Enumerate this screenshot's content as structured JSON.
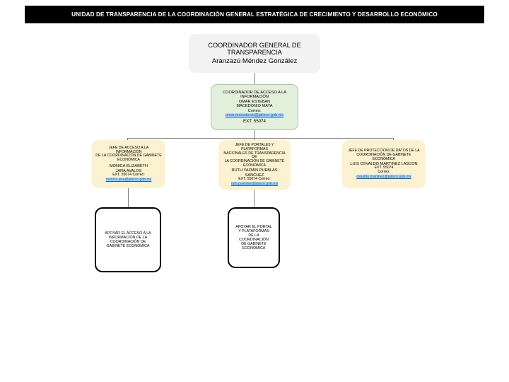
{
  "header": {
    "banner_text": "UNIDAD DE TRANSPARENCIA DE LA COORDINACIÓN GENERAL ESTRATÉGICA DE CRECIMIENTO Y DESARROLLO ECONÓMICO",
    "background_color": "#000000",
    "text_color": "#ffffff"
  },
  "colors": {
    "root_box": "#f2f2f2",
    "green_box": "#e2efda",
    "cream_box": "#fdf2cf",
    "white_box": "#ffffff",
    "link": "#0563c1",
    "link_highlight": "#bdd7ee",
    "connector": "#808080"
  },
  "chart_data": {
    "type": "diagram",
    "title": "UNIDAD DE TRANSPARENCIA DE LA COORDINACIÓN GENERAL ESTRATÉGICA DE CRECIMIENTO Y DESARROLLO ECONÓMICO",
    "orientation": "top-down",
    "levels": 4
  },
  "nodes": {
    "root": {
      "title": "COORDINADOR GENERAL DE",
      "title2": "TRANSPARENCIA",
      "name": "Aranzazú Méndez González"
    },
    "acceso_informacion": {
      "line1": "COORDINADOR DE ACCESO A LA",
      "line2": "INFORMACIÓN",
      "line3": "OMAR ESTEBAN",
      "line4": "MACEDONIO MAYA",
      "line5": "Correo:",
      "email": "omar.macedonio@jalisco.gob.mx",
      "ext": "EXT. 55074"
    },
    "jefe_acceso": {
      "line1": "JEFE DE ACCESO A LA INFORMACIÓN",
      "line2": "DE LA COORDINACIÓN DE GABINETE",
      "line3": "ECONÓMICA",
      "name1": "MONICA ELIZABETH",
      "name2": "JARA AVALOS",
      "ext": "EXT. 55074 Correo:",
      "email": "monica.jara@jalisco.gob.mx"
    },
    "jefe_portales": {
      "line1": "JEFE DE PORTALES Y PLATAFORMAS",
      "line2": "NACIONALES DE TRANSPARENCIA DE",
      "line3": "LA COORDINACIÓN DE GABINETE",
      "line4": "ECONÓMICA",
      "name1": "RUTH YAZMIN PUEBLAS",
      "name2": "SANCHEZ",
      "ext": "EXT. 55074 Correo:",
      "email": "ruth.pueblas@jalisco.gob.mx"
    },
    "jefe_datos": {
      "line1": "JEFE DE PROTECCIÓN DE DATOS DE LA",
      "line2": "COORDINACIÓN DE GABINETE",
      "line3": "ECONÓMICA",
      "name1": "LUIS OSVALDO MARTINEZ LASCON",
      "ext": "EXT. 55074",
      "correo_label": "Correo:",
      "email": "osvaldo.martinez@jalisco.gob.mx"
    },
    "apoyo_acceso": {
      "line1": "APOYAR EL ACCESO A LA",
      "line2": "INFORMACIÓN DE LA",
      "line3": "COORDINACIÓN DE",
      "line4": "GABINETE ECONÓMICA"
    },
    "apoyo_portal": {
      "line1": "APOYAR EL PORTAL",
      "line2": "Y PLATAFORMAS",
      "line3": "DE LA",
      "line4": "COORDINACIÓN",
      "line5": "DE GABINETE",
      "line6": "ECONÓMICA"
    }
  }
}
